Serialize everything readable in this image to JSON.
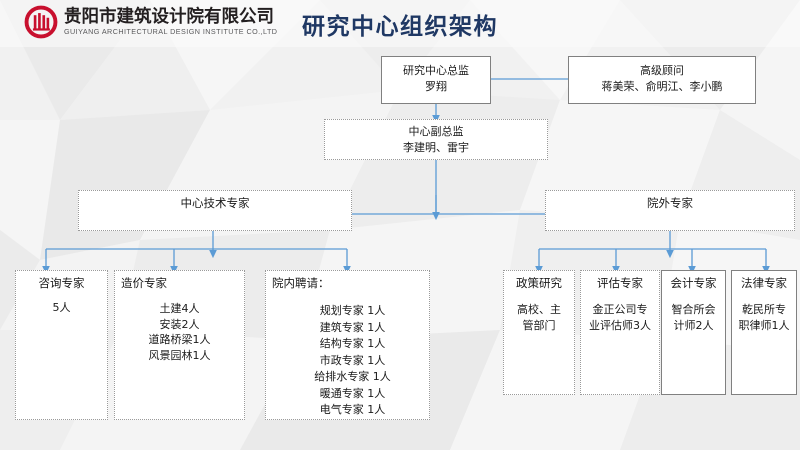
{
  "header": {
    "logo_icon": "company-ring-building-logo",
    "company_cn": "贵阳市建筑设计院有限公司",
    "company_en": "GUIYANG ARCHITECTURAL DESIGN INSTITUTE CO.,LTD",
    "title": "研究中心组织架构",
    "title_color": "#1f3864",
    "logo_color": "#c8102e"
  },
  "theme": {
    "connector_color": "#5b9bd5",
    "box_border": "#808080",
    "box_fill": "#ffffff",
    "background": "#f2f2f2"
  },
  "chart": {
    "director": {
      "role": "研究中心总监",
      "names": "罗翔"
    },
    "advisor": {
      "role": "高级顾问",
      "names": "蒋美荣、俞明江、李小鹏"
    },
    "deputy": {
      "role": "中心副总监",
      "names": "李建明、雷宇"
    },
    "branch_left": {
      "label": "中心技术专家"
    },
    "branch_right": {
      "label": "院外专家"
    },
    "left_children": [
      {
        "title": "咨询专家",
        "title_align": "center",
        "lines": [
          "5人"
        ]
      },
      {
        "title": "造价专家",
        "title_align": "left",
        "lines": [
          "土建4人",
          "安装2人",
          "道路桥梁1人",
          "风景园林1人"
        ]
      },
      {
        "title": "院内聘请：",
        "title_align": "left",
        "lines": [
          "规划专家  1人",
          "建筑专家  1人",
          "结构专家  1人",
          "市政专家  1人",
          "给排水专家  1人",
          "暖通专家  1人",
          "电气专家  1人"
        ]
      }
    ],
    "right_children": [
      {
        "title": "政策研究",
        "lines": [
          "高校、主",
          "管部门"
        ]
      },
      {
        "title": "评估专家",
        "lines": [
          "金正公司专",
          "业评估师3人"
        ]
      },
      {
        "title": "会计专家",
        "lines": [
          "智合所会",
          "计师2人"
        ]
      },
      {
        "title": "法律专家",
        "lines": [
          "乾民所专",
          "职律师1人"
        ]
      }
    ]
  }
}
